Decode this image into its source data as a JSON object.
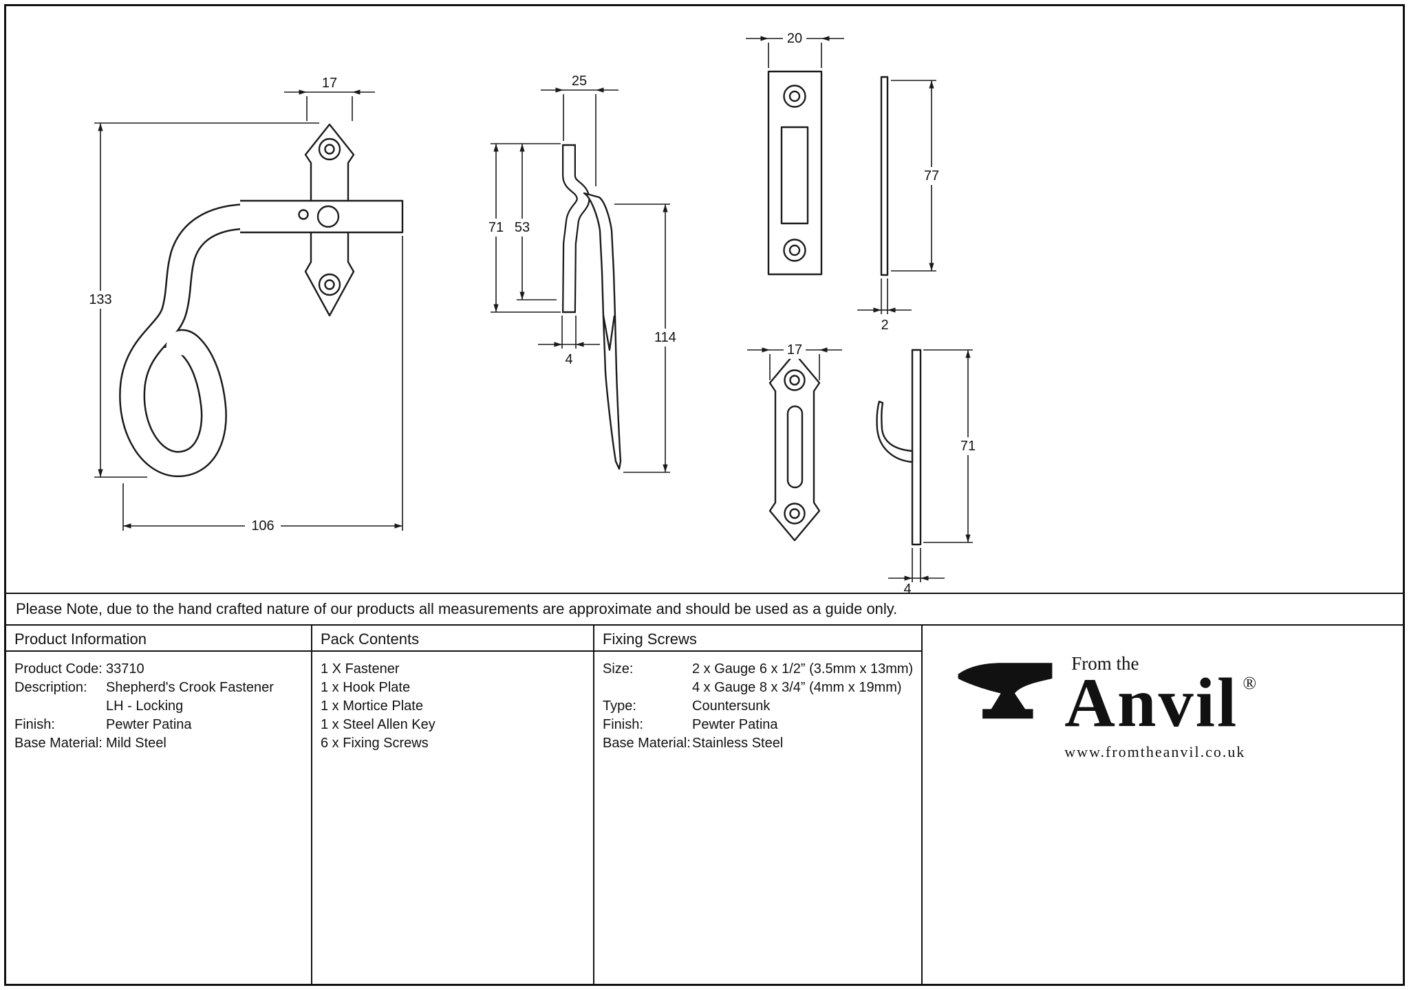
{
  "note": "Please Note, due to the hand crafted nature of our products all measurements are approximate and should be used as a guide only.",
  "drawings": {
    "fastener_front": {
      "name": "Shepherd's Crook Fastener - front elevation",
      "dims": {
        "plate_width": "17",
        "height": "133",
        "length": "106"
      }
    },
    "fastener_side": {
      "name": "Shepherd's Crook Fastener - side elevation",
      "dims": {
        "top_offset": "25",
        "plate_height": "71",
        "inner_height": "53",
        "plate_thickness": "4",
        "handle_drop": "114"
      }
    },
    "mortice_plate": {
      "name": "Mortice plate",
      "dims": {
        "width": "20",
        "height": "77",
        "thickness": "2"
      }
    },
    "hook_plate": {
      "name": "Hook plate",
      "dims": {
        "width": "17",
        "height": "71",
        "thickness": "4"
      }
    }
  },
  "table": {
    "product_information": {
      "header": "Product Information",
      "rows": [
        {
          "label": "Product Code:",
          "value": "33710"
        },
        {
          "label": "Description:",
          "value": "Shepherd's Crook Fastener"
        },
        {
          "label": "",
          "value": "LH - Locking"
        },
        {
          "label": "Finish:",
          "value": "Pewter Patina"
        },
        {
          "label": "Base Material:",
          "value": "Mild Steel"
        }
      ]
    },
    "pack_contents": {
      "header": "Pack Contents",
      "items": [
        "1 X Fastener",
        "1 x Hook Plate",
        "1 x Mortice Plate",
        "1 x Steel Allen Key",
        "6 x Fixing Screws"
      ]
    },
    "fixing_screws": {
      "header": "Fixing Screws",
      "rows": [
        {
          "label": "Size:",
          "value": "2 x Gauge 6 x 1/2” (3.5mm x 13mm)"
        },
        {
          "label": "",
          "value": "4 x Gauge 8 x 3/4” (4mm x 19mm)"
        },
        {
          "label": "Type:",
          "value": "Countersunk"
        },
        {
          "label": "Finish:",
          "value": "Pewter Patina"
        },
        {
          "label": "Base Material:",
          "value": "Stainless Steel"
        }
      ]
    }
  },
  "logo": {
    "tagline": "From the",
    "brand": "Anvil",
    "registered": "®",
    "website": "www.fromtheanvil.co.uk"
  },
  "colors": {
    "line": "#1a1a1a",
    "background": "#ffffff"
  }
}
